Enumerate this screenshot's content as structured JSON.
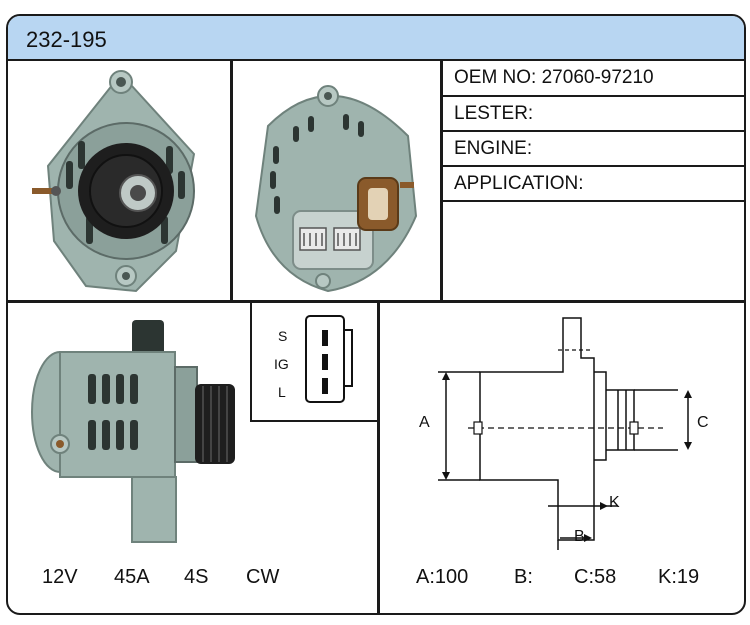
{
  "header": {
    "title": "232-195"
  },
  "specs": {
    "oem": "OEM NO: 27060-97210",
    "lester": "LESTER:",
    "engine": "ENGINE:",
    "application": "APPLICATION:"
  },
  "connector": {
    "pins": [
      "S",
      "IG",
      "L"
    ]
  },
  "ratings": {
    "voltage": "12V",
    "amperage": "45A",
    "pulley": "4S",
    "rotation": "CW"
  },
  "dimensions": {
    "labels": {
      "a": "A",
      "b": "B",
      "c": "C",
      "k": "K"
    },
    "values": {
      "a": "A:100",
      "b": "B:",
      "c": "C:58",
      "k": "K:19"
    }
  },
  "colors": {
    "header_bg": "#b8d6f2",
    "border": "#1a1a1a",
    "housing": "#9fb4ae",
    "pulley": "#1e1e1e",
    "terminal": "#8a5a2b"
  }
}
